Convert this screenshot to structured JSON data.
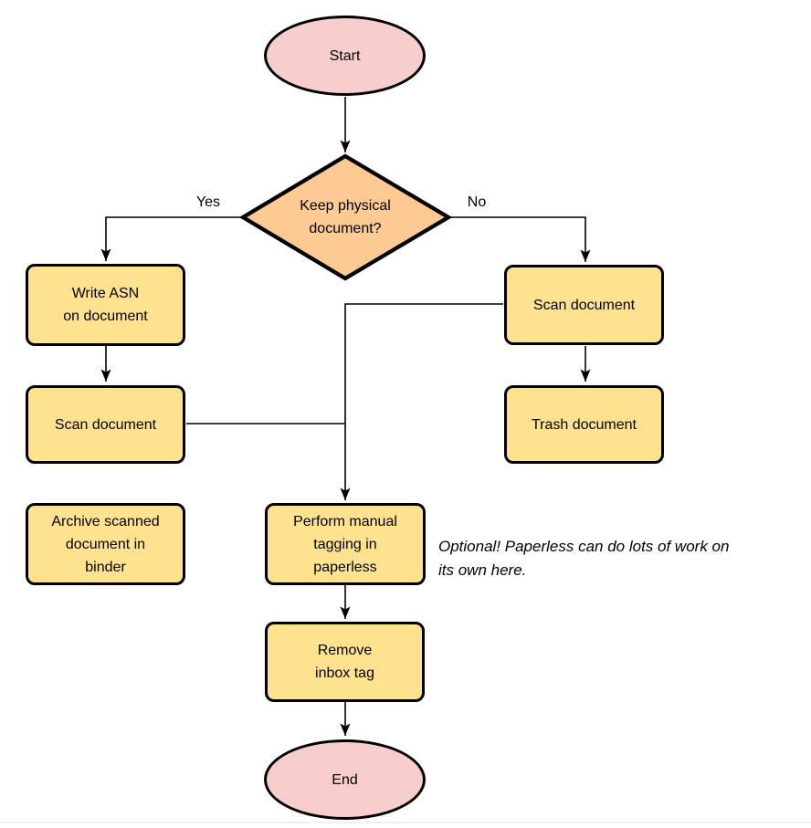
{
  "colors": {
    "terminator_fill": "#f8cecc",
    "decision_fill": "#fcca92",
    "process_fill": "#ffe28f",
    "stroke": "#000000",
    "text": "#000000"
  },
  "nodes": {
    "start": {
      "lines": [
        "Start"
      ]
    },
    "decision": {
      "lines": [
        "Keep physical",
        "document?"
      ]
    },
    "write_asn": {
      "lines": [
        "Write ASN",
        "on document"
      ]
    },
    "scan_left": {
      "lines": [
        "Scan document"
      ]
    },
    "archive": {
      "lines": [
        "Archive scanned",
        "document in",
        "binder"
      ]
    },
    "scan_right": {
      "lines": [
        "Scan document"
      ]
    },
    "trash": {
      "lines": [
        "Trash document"
      ]
    },
    "perform": {
      "lines": [
        "Perform manual",
        "tagging in",
        "paperless"
      ]
    },
    "remove": {
      "lines": [
        "Remove",
        "inbox tag"
      ]
    },
    "end": {
      "lines": [
        "End"
      ]
    }
  },
  "edge_labels": {
    "yes": "Yes",
    "no": "No"
  },
  "annotation": {
    "lines": [
      "Optional! Paperless can do lots of work on",
      "its own here."
    ]
  }
}
